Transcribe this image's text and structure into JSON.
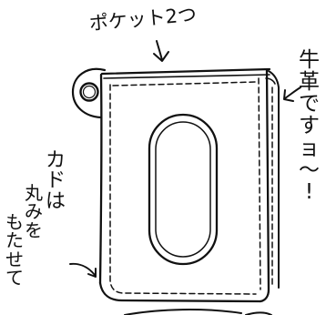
{
  "annotations": {
    "top_label": "ポケット2つ",
    "right_note": [
      "牛",
      "革",
      "で",
      "す",
      "ョ",
      "〜",
      "!"
    ],
    "left_note_columns": [
      [
        "カ",
        "ド",
        "は"
      ],
      [
        "丸",
        "み",
        "を"
      ],
      [
        "も",
        "た",
        "せ",
        "て"
      ]
    ]
  }
}
